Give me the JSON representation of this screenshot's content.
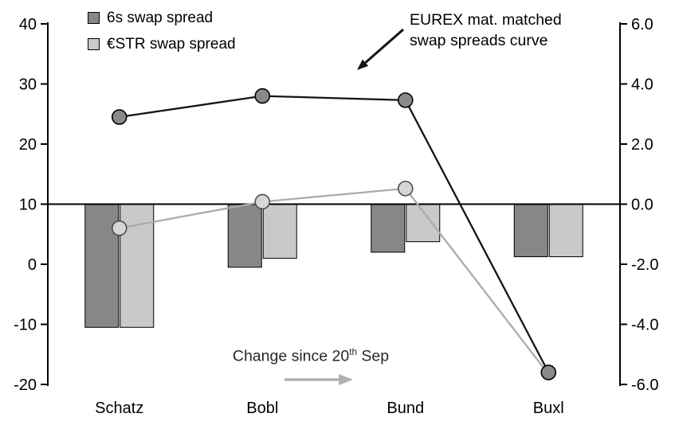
{
  "chart_data": {
    "type": "combo-bar-line",
    "categories": [
      "Schatz",
      "Bobl",
      "Bund",
      "Buxl"
    ],
    "left_axis": {
      "min": -20,
      "max": 40,
      "values": [
        40,
        30,
        20,
        10,
        0,
        -10,
        -20
      ],
      "labels": [
        "40",
        "30",
        "20",
        "10",
        "0",
        "-10",
        "-20"
      ]
    },
    "right_axis": {
      "min": -6,
      "max": 6,
      "values": [
        6,
        4,
        2,
        0,
        -2,
        -4,
        -6
      ],
      "labels": [
        "6.0",
        "4.0",
        "2.0",
        "0.0",
        "-2.0",
        "-4.0",
        "-6.0"
      ]
    },
    "bar_series": [
      {
        "key": "6s",
        "name": "6s swap spread",
        "axis": "right",
        "color": "#878787",
        "values": [
          -4.1,
          -2.1,
          -1.6,
          -1.75
        ]
      },
      {
        "key": "estr",
        "name": "€STR swap spread",
        "axis": "right",
        "color": "#c9c9c9",
        "values": [
          -4.1,
          -1.8,
          -1.25,
          -1.75
        ]
      }
    ],
    "line_series": [
      {
        "key": "6s-curve",
        "name": "6s swap spread curve",
        "axis": "left",
        "color": "#141414",
        "marker_fill": "#8a8a8a",
        "marker_stroke": "#000000",
        "values": [
          24.5,
          28.0,
          27.3,
          -18.0
        ]
      },
      {
        "key": "estr-curve",
        "name": "€STR swap spread curve",
        "axis": "left",
        "color": "#ababab",
        "marker_fill": "#d6d6d6",
        "marker_stroke": "#4d4d4d",
        "skip_last_marker": true,
        "values": [
          6.0,
          10.4,
          12.6,
          -18.3
        ]
      }
    ],
    "legend": [
      "6s swap spread",
      "€STR swap spread"
    ],
    "annotations": {
      "curve_line1": "EUREX mat. matched",
      "curve_line2": "swap spreads curve",
      "change_pre": "Change since 20",
      "change_sup": "th",
      "change_post": " Sep"
    }
  }
}
